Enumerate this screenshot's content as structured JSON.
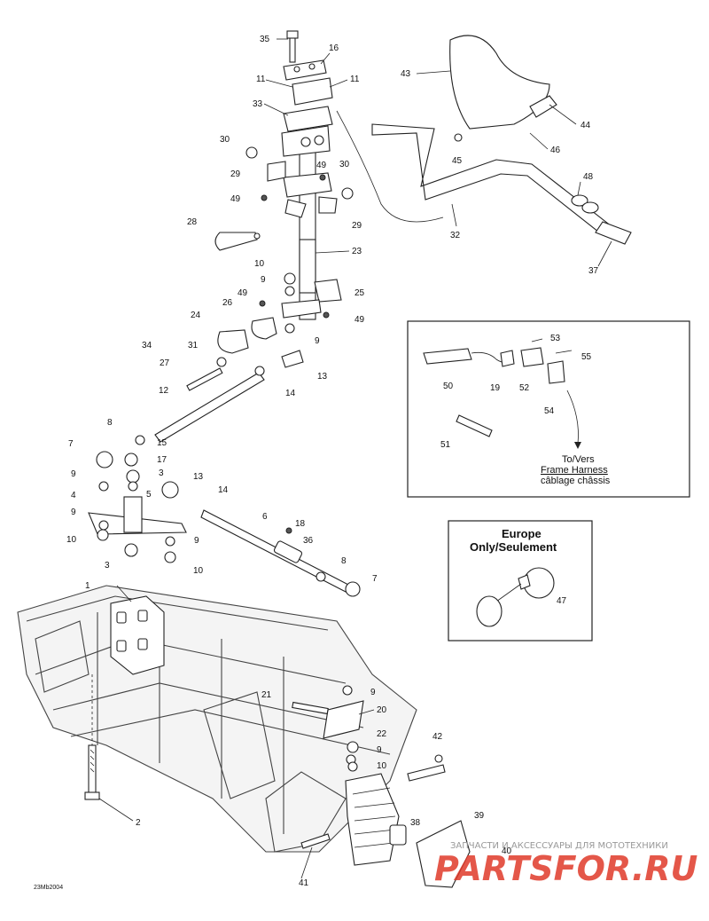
{
  "callouts": [
    "35",
    "16",
    "11",
    "11",
    "33",
    "30",
    "49",
    "30",
    "29",
    "49",
    "28",
    "29",
    "23",
    "10",
    "9",
    "25",
    "49",
    "26",
    "24",
    "49",
    "34",
    "31",
    "27",
    "9",
    "13",
    "12",
    "14",
    "8",
    "15",
    "7",
    "17",
    "3",
    "9",
    "13",
    "14",
    "5",
    "4",
    "9",
    "9",
    "10",
    "6",
    "18",
    "36",
    "3",
    "10",
    "8",
    "7",
    "1",
    "9",
    "21",
    "20",
    "22",
    "9",
    "10",
    "42",
    "2",
    "38",
    "39",
    "40",
    "41",
    "43",
    "44",
    "45",
    "46",
    "48",
    "32",
    "37"
  ],
  "inset_wiring": {
    "labels": [
      "53",
      "55",
      "50",
      "19",
      "52",
      "54",
      "51"
    ],
    "note_line1": "To/Vers",
    "note_line2": "Frame Harness",
    "note_line3": "câblage châssis"
  },
  "inset_europe": {
    "title_line1": "Europe",
    "title_line2": "Only/Seulement",
    "label": "47"
  },
  "figure_code": "23Mb2004",
  "watermark": {
    "tagline": "ЗАПЧАСТИ И АКСЕССУАРЫ ДЛЯ МОТОТЕХНИКИ",
    "logo": "PARTSFOR.RU"
  }
}
